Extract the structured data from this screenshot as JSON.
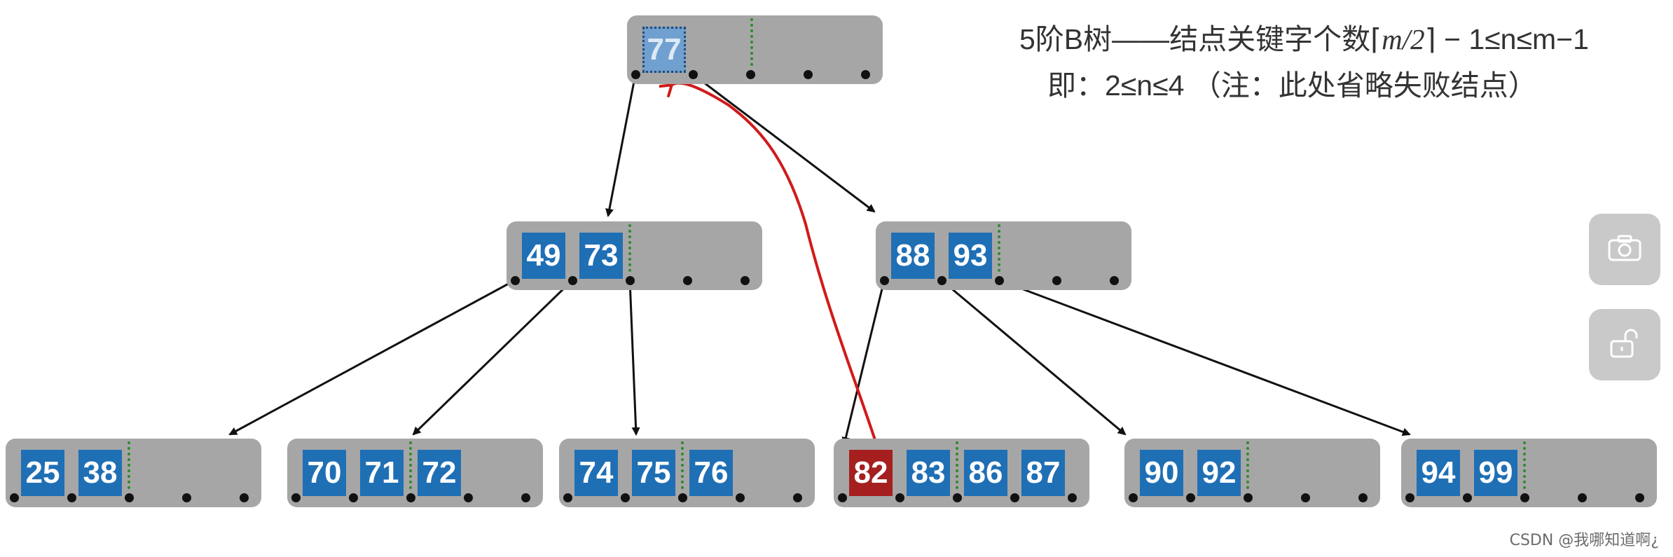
{
  "caption": {
    "line1_prefix": "5阶B树——结点关键字个数",
    "line1_ceil_open": "⌈",
    "line1_math": "m/2",
    "line1_ceil_close": "⌉",
    "line1_suffix": " − 1≤n≤m−1",
    "line2": "即：2≤n≤4 （注：此处省略失败结点）"
  },
  "tree": {
    "root": {
      "keys": [
        "77"
      ]
    },
    "level1": [
      {
        "keys": [
          "49",
          "73"
        ]
      },
      {
        "keys": [
          "88",
          "93"
        ]
      }
    ],
    "leaves": [
      {
        "keys": [
          "25",
          "38"
        ]
      },
      {
        "keys": [
          "70",
          "71",
          "72"
        ]
      },
      {
        "keys": [
          "74",
          "75",
          "76"
        ]
      },
      {
        "keys": [
          "82",
          "83",
          "86",
          "87"
        ]
      },
      {
        "keys": [
          "90",
          "92"
        ]
      },
      {
        "keys": [
          "94",
          "99"
        ]
      }
    ],
    "highlighted_key": "82",
    "faded_key": "77"
  },
  "colors": {
    "node_bg": "#a6a6a6",
    "key_bg": "#1f6fb5",
    "key_highlight": "#a51f1f",
    "annotation": "#d11a1a",
    "separator": "#2c8a2c"
  },
  "side_buttons": [
    {
      "icon": "camera-icon"
    },
    {
      "icon": "unlock-icon"
    }
  ],
  "watermark": "CSDN @我哪知道啊¿"
}
